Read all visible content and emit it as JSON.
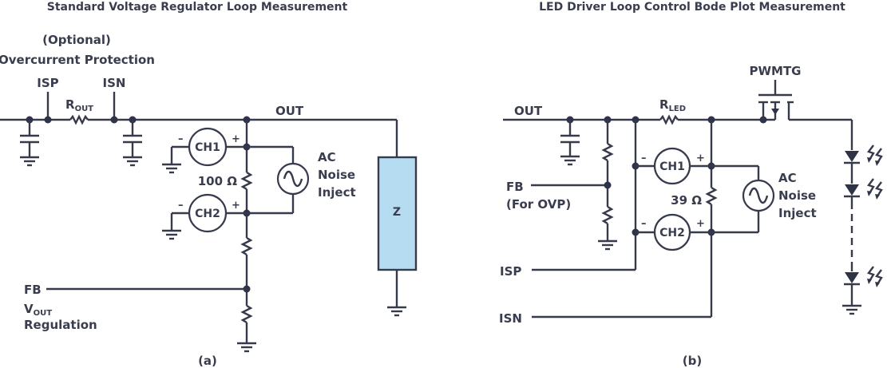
{
  "diagram_a": {
    "title": "Standard Voltage Regulator Loop Measurement",
    "caption": "(a)",
    "labels": {
      "optional": "(Optional)",
      "overcurrent": "Overcurrent Protection",
      "isp": "ISP",
      "isn": "ISN",
      "rout_main": "R",
      "rout_sub": "OUT",
      "out": "OUT",
      "ch1": "CH1",
      "ch2": "CH2",
      "minus": "–",
      "plus": "+",
      "resistor_value": "100 Ω",
      "ac_line1": "AC",
      "ac_line2": "Noise",
      "ac_line3": "Inject",
      "load": "Z",
      "fb": "FB",
      "vout_main": "V",
      "vout_sub": "OUT",
      "regulation": "Regulation"
    },
    "load_color": "#b6dcf2"
  },
  "diagram_b": {
    "title": "LED Driver Loop Control Bode Plot Measurement",
    "caption": "(b)",
    "labels": {
      "out": "OUT",
      "rled_main": "R",
      "rled_sub": "LED",
      "pwmtg": "PWMTG",
      "ch1": "CH1",
      "ch2": "CH2",
      "minus": "–",
      "plus": "+",
      "resistor_value": "39 Ω",
      "ac_line1": "AC",
      "ac_line2": "Noise",
      "ac_line3": "Inject",
      "fb": "FB",
      "fb_note": "(For OVP)",
      "isp": "ISP",
      "isn": "ISN"
    }
  },
  "colors": {
    "wire": "#363a4b",
    "text": "#3a3d4e",
    "background": "#ffffff"
  }
}
